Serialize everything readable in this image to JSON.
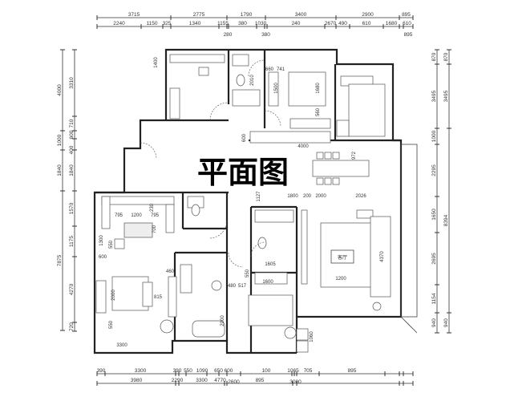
{
  "title": "平面图",
  "rooms": {
    "living_room": "客厅"
  },
  "dimensions": {
    "top_outer": [
      "3715",
      "2775",
      "1790",
      "3400",
      "2900",
      "895"
    ],
    "top_inner": [
      "2240",
      "1150",
      "325",
      "1340",
      "1155",
      "280",
      "380",
      "1030",
      "380",
      "240",
      "2670",
      "490",
      "610",
      "1680",
      "610",
      "895"
    ],
    "bottom_inner": [
      "390",
      "3300",
      "390",
      "550",
      "1090",
      "650",
      "600",
      "2600",
      "100",
      "1065",
      "3000",
      "705",
      "895"
    ],
    "bottom_outer": [
      "3980",
      "2290",
      "3300",
      "4770",
      "895"
    ],
    "left_outer": [
      "4000",
      "1000",
      "1840",
      "7875"
    ],
    "left_inner": [
      "3310",
      "710",
      "600",
      "400",
      "1840",
      "1570",
      "1175",
      "4270",
      "720"
    ],
    "right_inner": [
      "870",
      "3495",
      "1000",
      "2295",
      "1650",
      "2695",
      "1154",
      "940"
    ],
    "right_outer": [
      "870",
      "3495",
      "8394",
      "940"
    ],
    "interior": [
      "1400",
      "2010",
      "660",
      "741",
      "1500",
      "1680",
      "560",
      "600",
      "4000",
      "972",
      "1800",
      "200",
      "2000",
      "2026",
      "1127",
      "795",
      "1200",
      "795",
      "230",
      "700",
      "1300",
      "600",
      "550",
      "2000",
      "550",
      "460",
      "815",
      "3300",
      "480",
      "517",
      "1605",
      "550",
      "1600",
      "2000",
      "1200",
      "4370",
      "1060"
    ]
  }
}
